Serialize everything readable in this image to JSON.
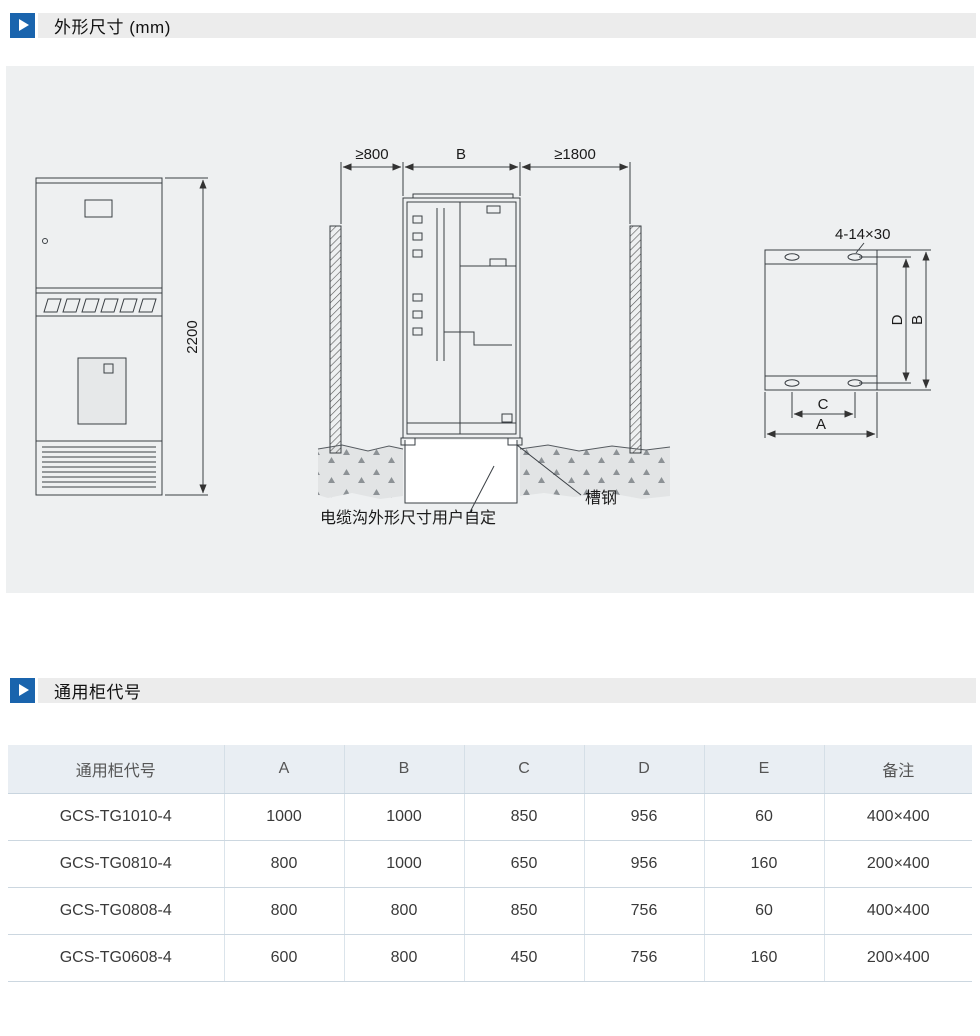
{
  "colors": {
    "accent_blue": "#1a64ad",
    "panel_bg": "#eef0f1",
    "table_header_bg": "#e9eef3"
  },
  "icons": {
    "section_marker": "play-triangle"
  },
  "sections": {
    "dimensions": {
      "title": "外形尺寸 (mm)"
    },
    "codes": {
      "title": "通用柜代号"
    }
  },
  "diagram": {
    "front": {
      "height_dim": "2200"
    },
    "side": {
      "left_clearance": "≥800",
      "width_dim": "B",
      "right_clearance": "≥1800",
      "trench_label": "电缆沟外形尺寸用户自定",
      "channel_label": "槽钢"
    },
    "plan": {
      "holes_label": "4-14×30",
      "dim_d": "D",
      "dim_b": "B",
      "dim_c": "C",
      "dim_a": "A"
    }
  },
  "table": {
    "headers": [
      "通用柜代号",
      "A",
      "B",
      "C",
      "D",
      "E",
      "备注"
    ],
    "rows": [
      [
        "GCS-TG1010-4",
        "1000",
        "1000",
        "850",
        "956",
        "60",
        "400×400"
      ],
      [
        "GCS-TG0810-4",
        "800",
        "1000",
        "650",
        "956",
        "160",
        "200×400"
      ],
      [
        "GCS-TG0808-4",
        "800",
        "800",
        "850",
        "756",
        "60",
        "400×400"
      ],
      [
        "GCS-TG0608-4",
        "600",
        "800",
        "450",
        "756",
        "160",
        "200×400"
      ]
    ]
  }
}
